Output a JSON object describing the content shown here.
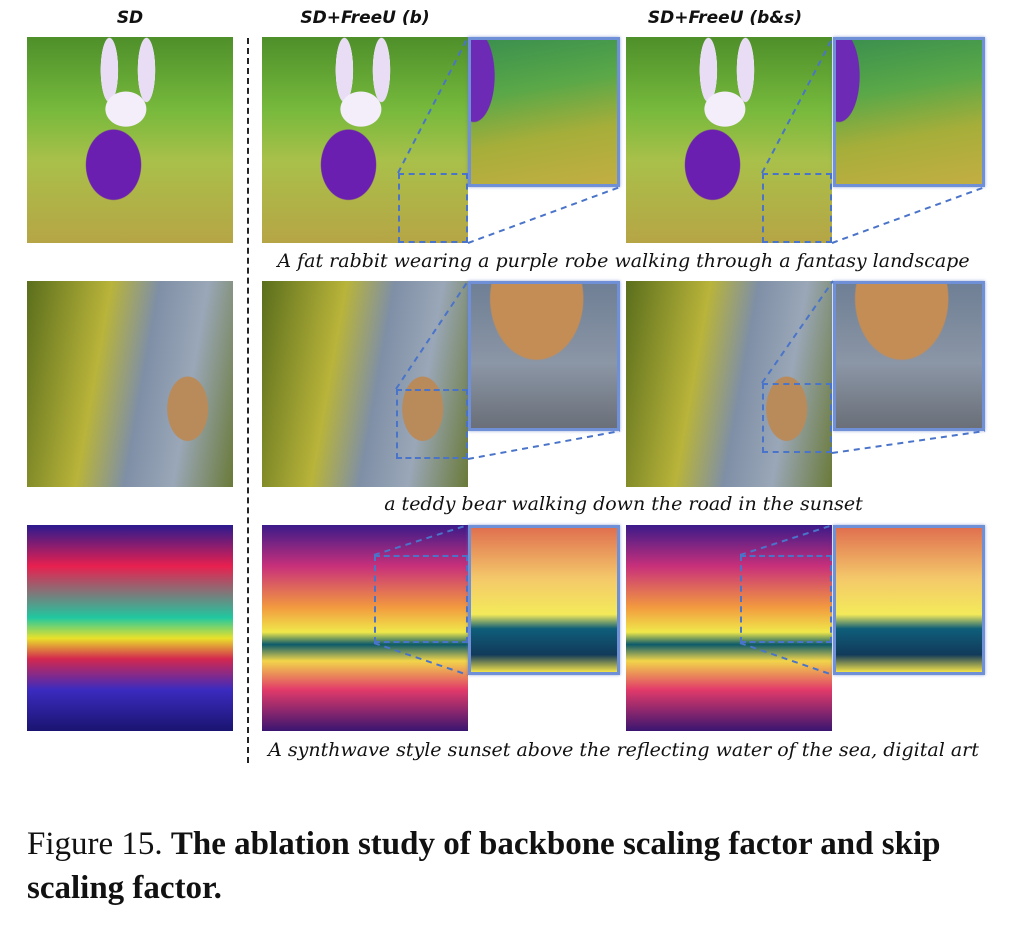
{
  "columns": {
    "sd": "SD",
    "freeu_b": "SD+FreeU (b)",
    "freeu_bs": "SD+FreeU (b&s)"
  },
  "rows": [
    {
      "prompt": "A fat rabbit wearing a purple robe walking through a fantasy landscape"
    },
    {
      "prompt": "a teddy bear walking down the road in the sunset"
    },
    {
      "prompt": "A synthwave style sunset above the reflecting water of the sea, digital art"
    }
  ],
  "figure_caption": {
    "label": "Figure 15.",
    "text": "The ablation study of backbone scaling factor and skip scaling factor."
  }
}
